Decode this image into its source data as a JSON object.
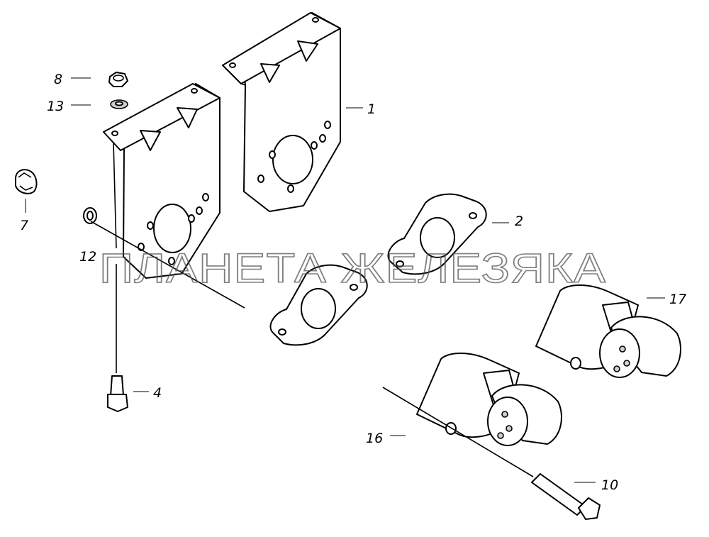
{
  "callouts": [
    {
      "id": "c1",
      "label": "1"
    },
    {
      "id": "c2",
      "label": "2"
    },
    {
      "id": "c4",
      "label": "4"
    },
    {
      "id": "c7",
      "label": "7"
    },
    {
      "id": "c8",
      "label": "8"
    },
    {
      "id": "c10",
      "label": "10"
    },
    {
      "id": "c12",
      "label": "12"
    },
    {
      "id": "c13",
      "label": "13"
    },
    {
      "id": "c16",
      "label": "16"
    },
    {
      "id": "c17",
      "label": "17"
    }
  ],
  "watermark": "ПЛАНЕТА ЖЕЛЕЗЯКА",
  "colors": {
    "line": "#000000",
    "background": "#ffffff",
    "watermark": "#555555"
  }
}
